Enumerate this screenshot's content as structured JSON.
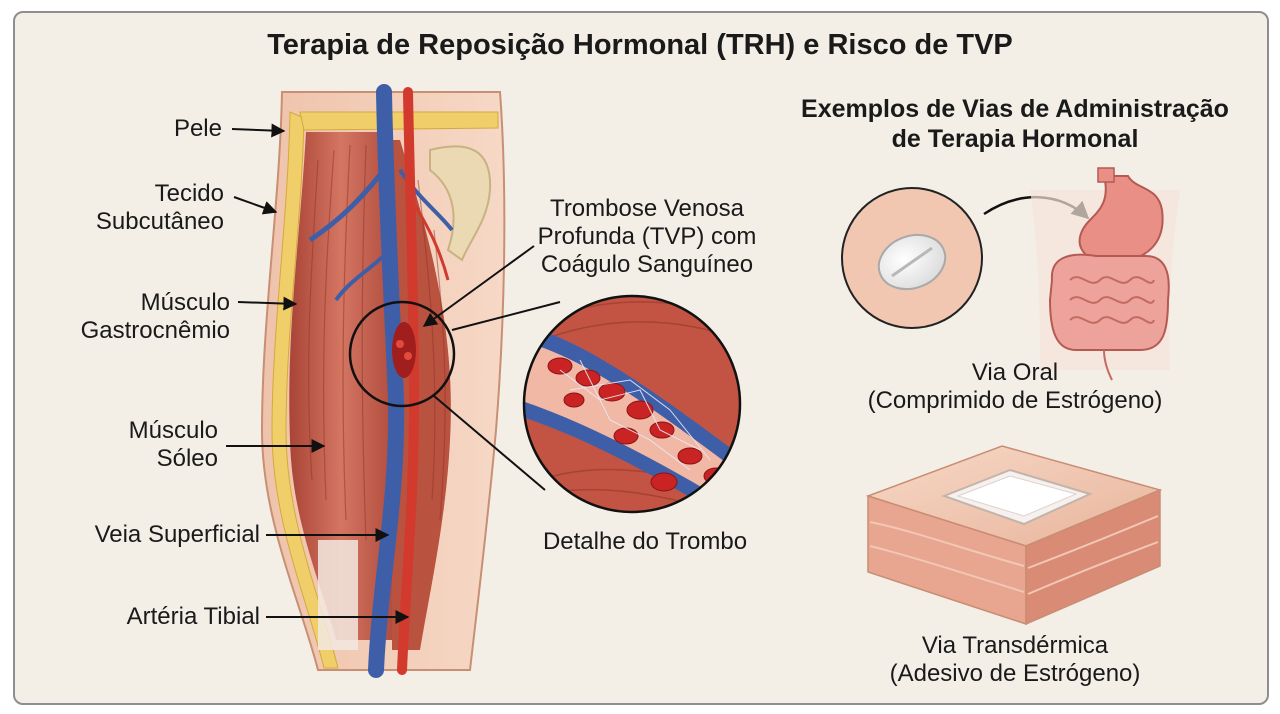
{
  "title": "Terapia de Reposição Hormonal (TRH) e Risco de TVP",
  "leg_labels": {
    "pele": "Pele",
    "tecido": "Tecido\nSubcutâneo",
    "gastrocnemio": "Músculo\nGastrocnêmio",
    "soleo": "Músculo\nSóleo",
    "veia": "Veia Superficial",
    "arteria": "Artéria Tibial"
  },
  "dvt_label": "Trombose Venosa\nProfunda (TVP) com\nCoágulo Sanguíneo",
  "detail_label": "Detalhe do Trombo",
  "routes": {
    "heading": "Exemplos de Vias de Administração\nde Terapia Hormonal",
    "oral": "Via Oral\n(Comprimido de Estrógeno)",
    "transdermal": "Via Transdérmica\n(Adesivo de Estrógeno)"
  },
  "colors": {
    "background": "#f3efe6",
    "muscle": "#c8604d",
    "vein": "#3e5fa8",
    "artery": "#d23a2e",
    "fat": "#f0cf6a",
    "skin": "#f1c9b2"
  }
}
